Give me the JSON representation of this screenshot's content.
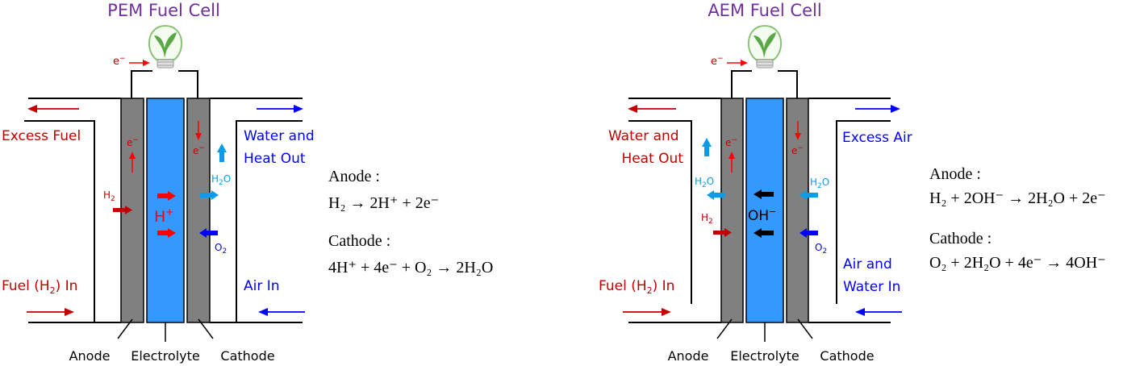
{
  "colors": {
    "title": "#7030a0",
    "red": "#c00000",
    "brightRed": "#ff0000",
    "blue": "#0000ff",
    "lightBlue": "#0b9be8",
    "electrode": "#808080",
    "electrolyte": "#3399ff",
    "line": "#000000"
  },
  "pem": {
    "title": "PEM Fuel Cell",
    "left_top_label": "Excess Fuel",
    "right_top_label_1": "Water and",
    "right_top_label_2": "Heat Out",
    "left_bottom_label_pre": "Fuel (H",
    "left_bottom_label_sub": "2",
    "left_bottom_label_post": ") In",
    "right_bottom_label": "Air In",
    "electron": "e",
    "electron_sup": "−",
    "h2": "H",
    "h2_sub": "2",
    "h2o": "H",
    "h2o_sub": "2",
    "h2o_post": "O",
    "o2": "O",
    "o2_sub": "2",
    "ion": "H",
    "ion_sup": "+",
    "anode": "Anode",
    "electrolyte": "Electrolyte",
    "cathode": "Cathode",
    "eq_anode_title": "Anode :",
    "eq_anode": "H₂ → 2H⁺ + 2e⁻",
    "eq_cathode_title": "Cathode :",
    "eq_cathode": "4H⁺ + 4e⁻ + O₂ → 2H₂O"
  },
  "aem": {
    "title": "AEM Fuel Cell",
    "left_top_label_1": "Water and",
    "left_top_label_2": "Heat Out",
    "right_top_label": "Excess Air",
    "left_bottom_label_pre": "Fuel (H",
    "left_bottom_label_sub": "2",
    "left_bottom_label_post": ") In",
    "right_bottom_label_1": "Air and",
    "right_bottom_label_2": "Water In",
    "electron": "e",
    "electron_sup": "−",
    "h2": "H",
    "h2_sub": "2",
    "h2o": "H",
    "h2o_sub": "2",
    "h2o_post": "O",
    "o2": "O",
    "o2_sub": "2",
    "ion": "OH",
    "ion_sup": "−",
    "anode": "Anode",
    "electrolyte": "Electrolyte",
    "cathode": "Cathode",
    "eq_anode_title": "Anode :",
    "eq_anode": "H₂ + 2OH⁻ → 2H₂O + 2e⁻",
    "eq_cathode_title": "Cathode :",
    "eq_cathode": "O₂ + 2H₂O + 4e⁻ → 4OH⁻"
  }
}
